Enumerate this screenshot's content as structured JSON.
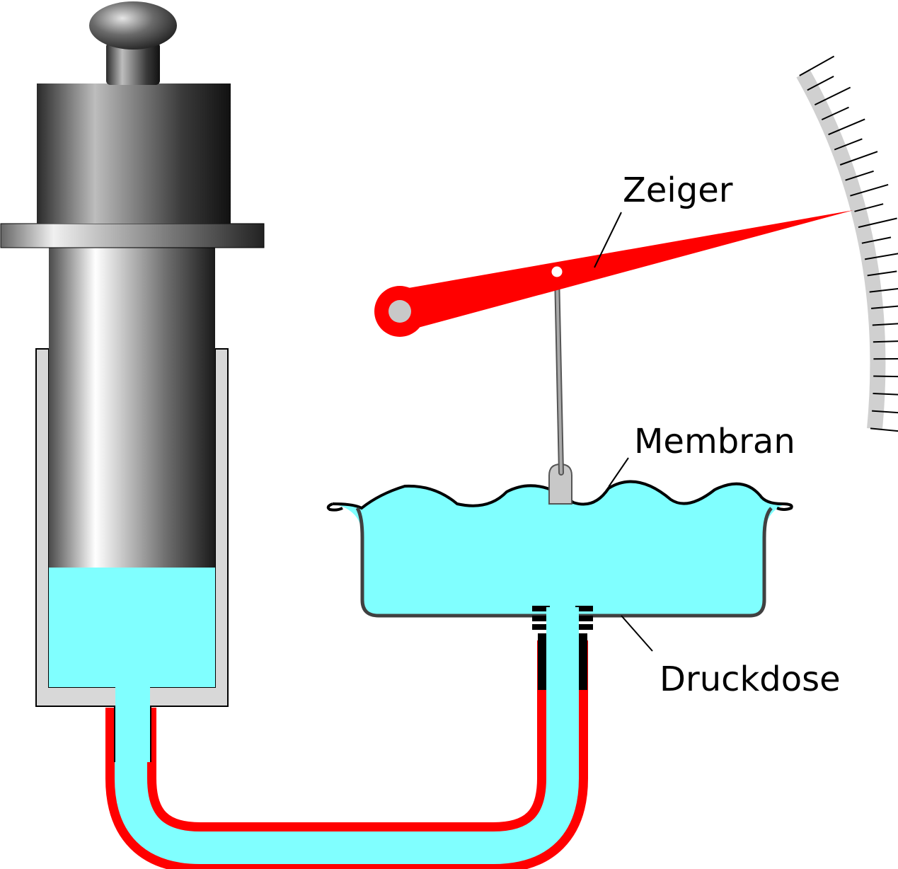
{
  "labels": {
    "zeiger": "Zeiger",
    "membran": "Membran",
    "druckdose": "Druckdose"
  },
  "colors": {
    "fluid": "#80ffff",
    "tube": "#ff0000",
    "pointer": "#ff0000",
    "scale": "#d0d0d0",
    "housing": "#d8d8d8",
    "outline": "#000000"
  }
}
